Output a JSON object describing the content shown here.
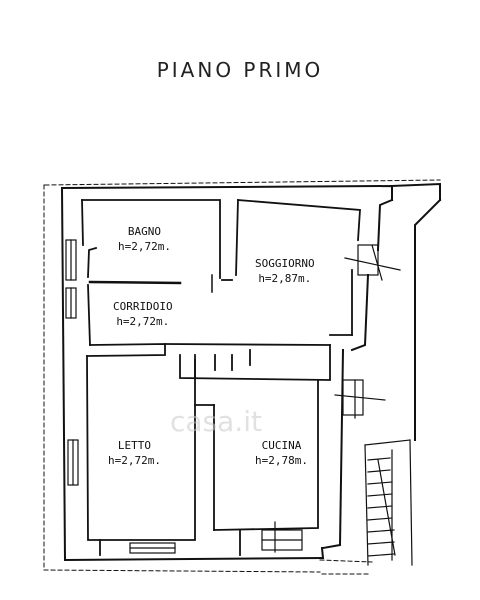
{
  "title": "PIANO PRIMO",
  "rooms": {
    "bagno": {
      "name": "BAGNO",
      "height": "h=2,72m."
    },
    "soggiorno": {
      "name": "SOGGIORNO",
      "height": "h=2,87m."
    },
    "corridoio": {
      "name": "CORRIDOIO",
      "height": "h=2,72m."
    },
    "letto": {
      "name": "LETTO",
      "height": "h=2,72m."
    },
    "cucina": {
      "name": "CUCINA",
      "height": "h=2,78m."
    }
  },
  "watermark": "casa.it",
  "colors": {
    "ink": "#111111",
    "background": "#ffffff",
    "watermark": "#c9c9c9"
  }
}
